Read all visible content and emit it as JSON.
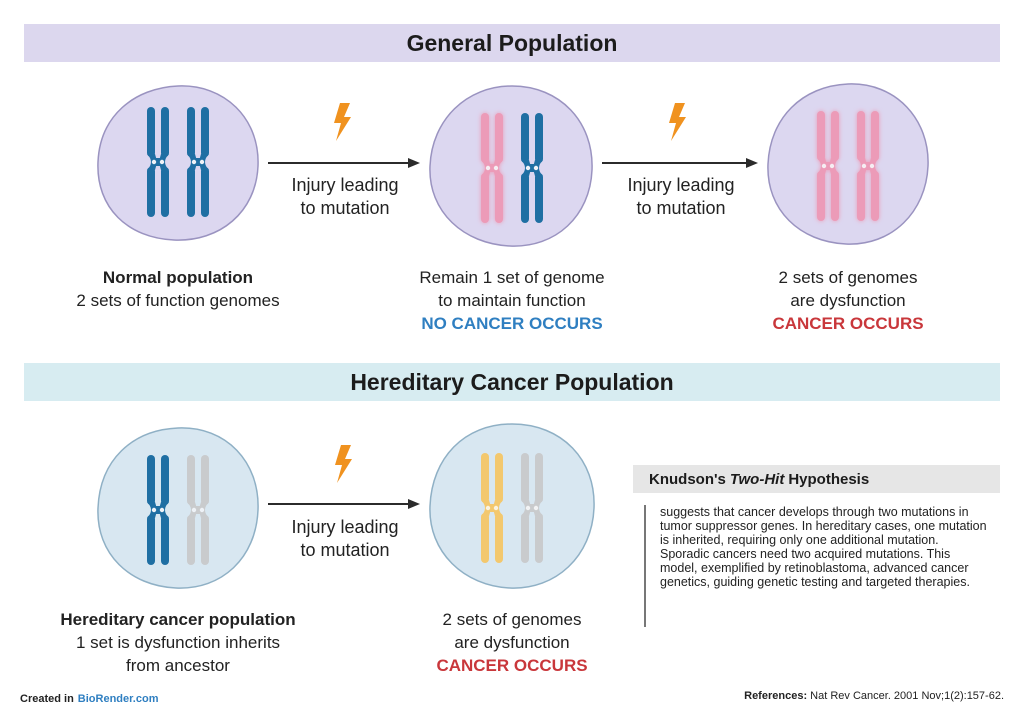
{
  "general": {
    "title": "General Population",
    "arrow1": [
      "Injury leading",
      "to mutation"
    ],
    "arrow2": [
      "Injury leading",
      "to mutation"
    ],
    "cell1": {
      "heading": "Normal population",
      "line": "2 sets of function genomes"
    },
    "cell2": {
      "lines": [
        "Remain 1 set of genome",
        "to maintain function"
      ],
      "status": "NO CANCER OCCURS"
    },
    "cell3": {
      "lines": [
        "2 sets of genomes",
        "are dysfunction"
      ],
      "status": "CANCER OCCURS"
    }
  },
  "hereditary": {
    "title": "Hereditary Cancer Population",
    "arrow1": [
      "Injury leading",
      "to mutation"
    ],
    "cell1": {
      "heading": "Hereditary cancer population",
      "lines": [
        "1 set is dysfunction inherits",
        "from ancestor"
      ]
    },
    "cell2": {
      "lines": [
        "2 sets of genomes",
        "are dysfunction"
      ],
      "status": "CANCER OCCURS"
    }
  },
  "hypothesis": {
    "title_pre": "Knudson's",
    "title_em": "Two-Hit",
    "title_post": "Hypothesis",
    "body": "suggests that cancer develops through two mutations in tumor suppressor genes. In hereditary cases, one mutation is inherited, requiring only one additional mutation. Sporadic cancers need two acquired mutations. This model, exemplified by retinoblastoma, advanced cancer genetics, guiding genetic testing and targeted therapies."
  },
  "footer": {
    "created_label": "Created in",
    "created_link": "BioRender.com",
    "ref_label": "References:",
    "ref_text": "Nat Rev Cancer. 2001 Nov;1(2):157-62."
  },
  "colors": {
    "general_banner": "#dcd7ee",
    "hereditary_banner": "#d7ecf1",
    "general_cell": "#dcd7f0",
    "hereditary_cell": "#d8e7f1",
    "chromosome_blue": "#1f6fa3",
    "chromosome_pink": "#ec9bb8",
    "chromosome_gray": "#c9cbcd",
    "chromosome_yellow": "#f3c86e",
    "bolt": "#f0921f",
    "no_cancer": "#2f7fc1",
    "cancer": "#c9373b"
  }
}
